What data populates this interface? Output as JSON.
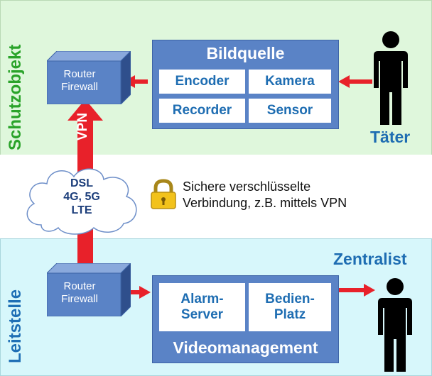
{
  "side_labels": {
    "top": "Schutzobjekt",
    "bottom": "Leitstelle"
  },
  "image_source": {
    "title": "Bildquelle",
    "encoder": "Encoder",
    "camera": "Kamera",
    "recorder": "Recorder",
    "sensor": "Sensor"
  },
  "router_top": {
    "line1": "Router",
    "line2": "Firewall"
  },
  "router_bottom": {
    "line1": "Router",
    "line2": "Firewall"
  },
  "vpn_label": "VPN",
  "cloud": {
    "line1": "DSL",
    "line2": "4G, 5G",
    "line3": "LTE"
  },
  "secure_connection": {
    "line1": "Sichere verschlüsselte",
    "line2": "Verbindung, z.B. mittels VPN"
  },
  "perpetrator_label": "Täter",
  "operator_label": "Zentralist",
  "video_management": {
    "title": "Videomanagement",
    "alarm_line1": "Alarm-",
    "alarm_line2": "Server",
    "console_line1": "Bedien-",
    "console_line2": "Platz"
  },
  "colors": {
    "green_band": "#dff7dc",
    "cyan_band": "#d7f7fb",
    "panel_blue": "#5a83c6",
    "arrow_red": "#e8212a",
    "label_blue": "#1e6db2",
    "label_green": "#2aa32a"
  },
  "icons": [
    "router-box-icon",
    "cloud-icon",
    "padlock-icon",
    "person-silhouette-icon",
    "arrow-icon"
  ]
}
